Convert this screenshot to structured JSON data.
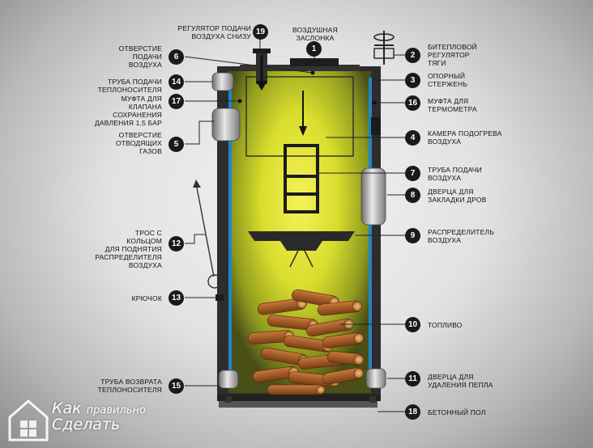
{
  "callouts": [
    {
      "n": "1",
      "text": "ВОЗДУШНАЯ\nЗАСЛОНКА"
    },
    {
      "n": "2",
      "text": "БИТЕПЛОВОЙ\nРЕГУЛЯТОР\nТЯГИ"
    },
    {
      "n": "3",
      "text": "ОПОРНЫЙ\nСТЕРЖЕНЬ"
    },
    {
      "n": "4",
      "text": "КАМЕРА ПОДОГРЕВА\nВОЗДУХА"
    },
    {
      "n": "5",
      "text": "ОТВЕРСТИЕ\nОТВОДЯЩИХ\nГАЗОВ"
    },
    {
      "n": "6",
      "text": "ОТВЕРСТИЕ\nПОДАЧИ\nВОЗДУХА"
    },
    {
      "n": "7",
      "text": "ТРУБА ПОДАЧИ\nВОЗДУХА"
    },
    {
      "n": "8",
      "text": "ДВЕРЦА ДЛЯ\nЗАКЛАДКИ ДРОВ"
    },
    {
      "n": "9",
      "text": "РАСПРЕДЕЛИТЕЛЬ\nВОЗДУХА"
    },
    {
      "n": "10",
      "text": "ТОПЛИВО"
    },
    {
      "n": "11",
      "text": "ДВЕРЦА ДЛЯ\nУДАЛЕНИЯ ПЕПЛА"
    },
    {
      "n": "12",
      "text": "ТРОС С\nКОЛЬЦОМ\nДЛЯ ПОДНЯТИЯ\nРАСПРЕДЕЛИТЕЛЯ\nВОЗДУХА"
    },
    {
      "n": "13",
      "text": "КРЮЧОК"
    },
    {
      "n": "14",
      "text": "ТРУБА ПОДАЧИ\nТЕПЛОНОСИТЕЛЯ"
    },
    {
      "n": "15",
      "text": "ТРУБА ВОЗВРАТА\nТЕПЛОНОСИТЕЛЯ"
    },
    {
      "n": "16",
      "text": "МУФТА ДЛЯ\nТЕРМОМЕТРА"
    },
    {
      "n": "17",
      "text": "МУФТА ДЛЯ\nКЛАПАНА\nСОХРАНЕНИЯ\nДАВЛЕНИЯ 1,5 БАР"
    },
    {
      "n": "18",
      "text": "БЕТОННЫЙ ПОЛ"
    },
    {
      "n": "19",
      "text": "РЕГУЛЯТОР ПОДАЧИ\nВОЗДУХА СНИЗУ"
    }
  ],
  "brand": {
    "line1_a": "Как",
    "line1_b": "правильно",
    "line2": "Сделать"
  },
  "colors": {
    "glow": "#e8e830",
    "pipe": "#1f86c9",
    "body": "#2e2e2e",
    "badge": "#1a1a1a"
  }
}
